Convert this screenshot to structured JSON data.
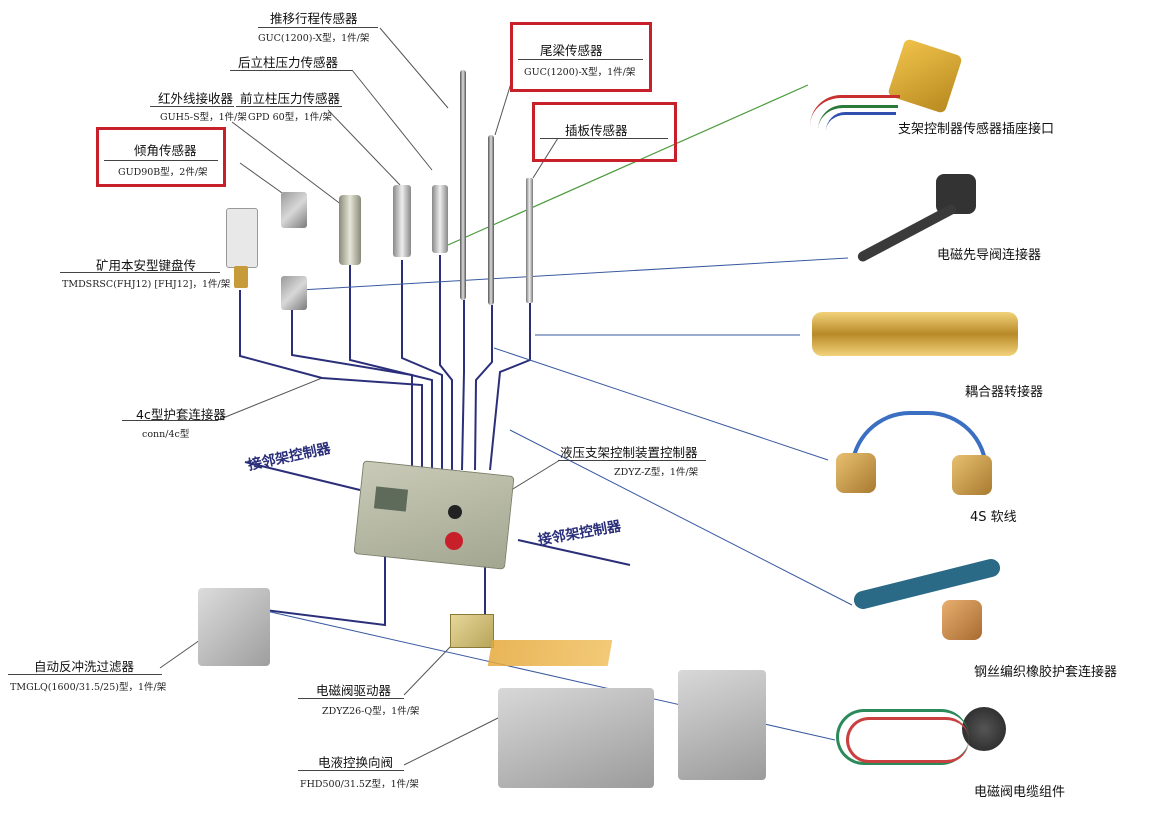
{
  "sensors": {
    "stroke": {
      "name": "推移行程传感器",
      "spec": "GUC(1200)-X型，1件/架"
    },
    "tailbeam": {
      "name": "尾梁传感器",
      "spec": "GUC(1200)-X型，1件/架"
    },
    "rear": {
      "name": "后立柱压力传感器"
    },
    "front": {
      "name": "前立柱压力传感器",
      "spec": "GPD 60型，1件/架"
    },
    "ir": {
      "name": "红外线接收器",
      "spec": "GUH5-S型，1件/架"
    },
    "plate": {
      "name": "插板传感器"
    },
    "tilt": {
      "name": "倾角传感器",
      "spec": "GUD90B型，2件/架"
    },
    "keypad": {
      "name": "矿用本安型键盘传",
      "spec": "TMDSRSC(FHJ12) [FHJ12]，1件/架"
    }
  },
  "connector4c": {
    "name": "4c型护套连接器",
    "spec": "conn/4c型"
  },
  "controller": {
    "name": "液压支架控制装置控制器",
    "spec": "ZDYZ-Z型，1件/架"
  },
  "adjacent": {
    "left": "接邻架控制器",
    "right": "接邻架控制器"
  },
  "filter": {
    "name": "自动反冲洗过滤器",
    "spec": "TMGLQ(1600/31.5/25)型，1件/架"
  },
  "driver": {
    "name": "电磁阀驱动器",
    "spec": "ZDYZ26-Q型，1件/架"
  },
  "valve": {
    "name": "电液控换向阀",
    "spec": "FHD500/31.5Z型，1件/架"
  },
  "right_labels": {
    "socket": "支架控制器传感器插座接口",
    "pilot": "电磁先导阀连接器",
    "coupler": "耦合器转接器",
    "hose4s": "4S 软线",
    "steel": "钢丝编织橡胶护套连接器",
    "cable": "电磁阀电缆组件"
  },
  "colors": {
    "highlight": "#c8202a",
    "wire": "#2b2f7a",
    "leader": "#3a5aa0",
    "green": "#4a9a3a"
  }
}
